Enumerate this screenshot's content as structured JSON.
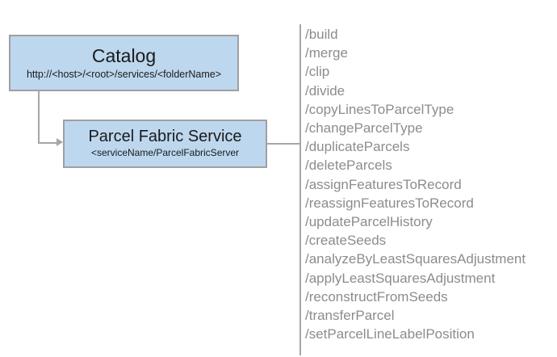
{
  "diagram": {
    "nodes": [
      {
        "id": "catalog",
        "title": "Catalog",
        "subtitle": "http://<host>/<root>/services/<folderName>"
      },
      {
        "id": "service",
        "title": "Parcel Fabric Service",
        "subtitle": "<serviceName/ParcelFabricServer"
      }
    ],
    "operations": [
      "/build",
      "/merge",
      "/clip",
      "/divide",
      "/copyLinesToParcelType",
      "/changeParcelType",
      "/duplicateParcels",
      "/deleteParcels",
      "/assignFeaturesToRecord",
      "/reassignFeaturesToRecord",
      "/updateParcelHistory",
      "/createSeeds",
      "/analyzeByLeastSquaresAdjustment",
      "/applyLeastSquaresAdjustment",
      "/reconstructFromSeeds",
      "/transferParcel",
      "/setParcelLineLabelPosition"
    ],
    "colors": {
      "node_fill": "#bdd7ee",
      "node_border": "#a0a0a0",
      "connector": "#a6a6a6",
      "operation_text": "#8c8c8c",
      "node_text": "#1a1a1a",
      "background": "#ffffff"
    }
  }
}
